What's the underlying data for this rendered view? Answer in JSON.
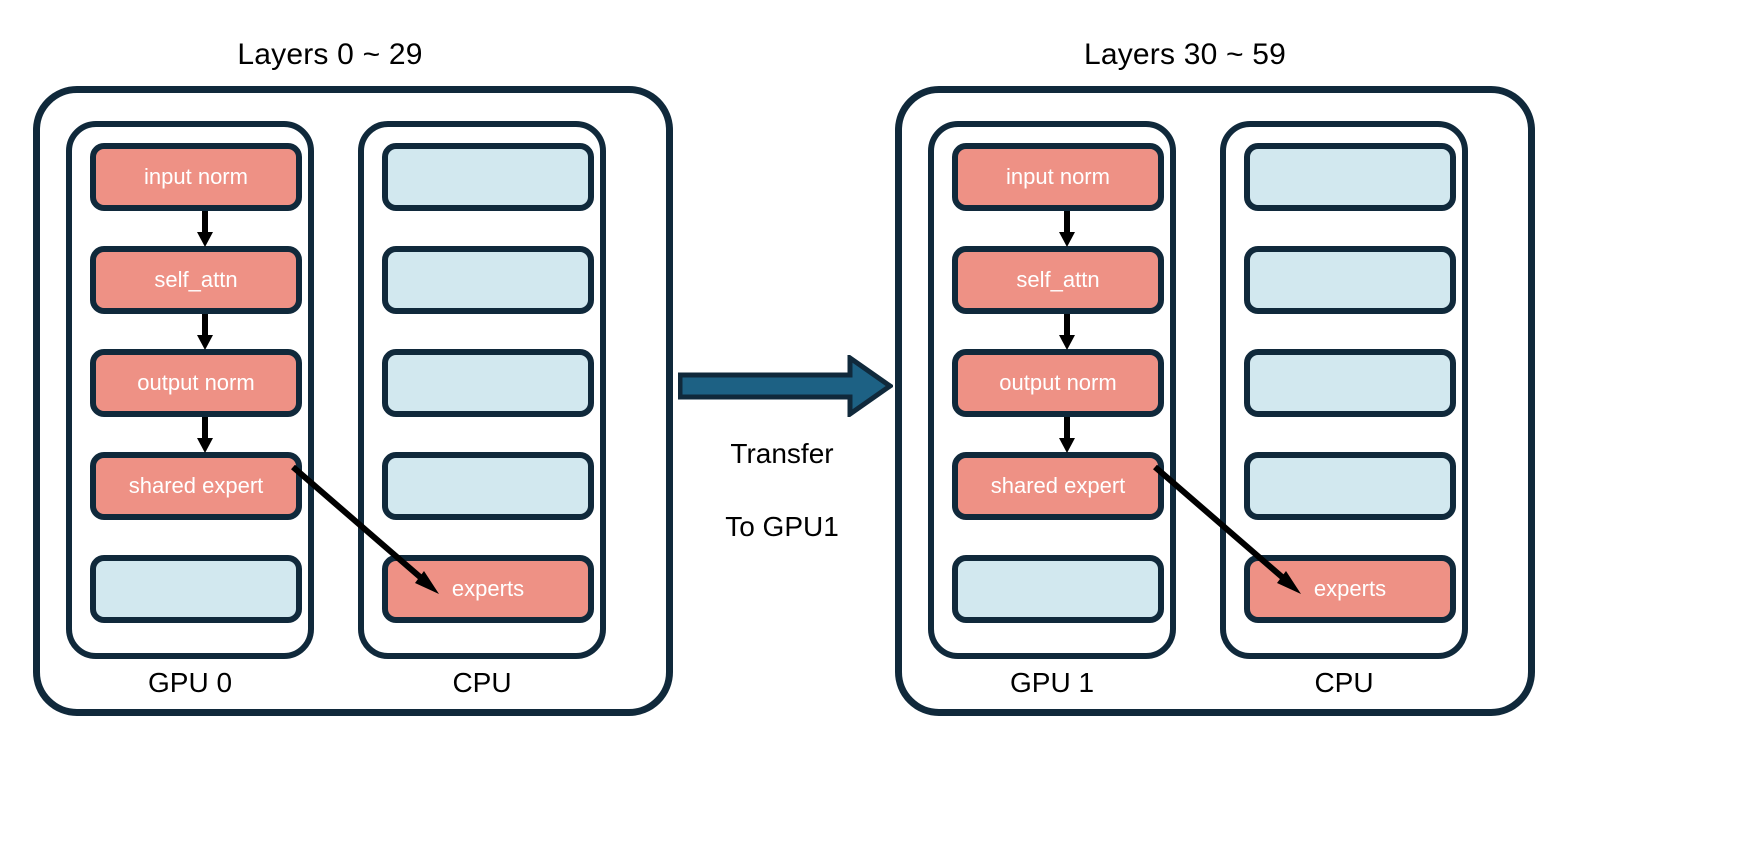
{
  "diagram": {
    "title_note": "MoE layer offloading across two GPUs with CPU-resident experts",
    "colors": {
      "block_red": "#EE9185",
      "block_blue": "#D2E8EF",
      "outline": "#10293B",
      "transfer_arrow": "#1D6184",
      "flow_arrow": "#000000",
      "background": "#FFFFFF",
      "label_text": "#000000",
      "block_text": "#FFFFFF"
    },
    "panels": [
      {
        "id": "panel-left",
        "title": "Layers 0 ~ 29",
        "gpu": {
          "label": "GPU 0",
          "blocks": [
            {
              "label": "input norm",
              "color": "red",
              "empty": false
            },
            {
              "label": "self_attn",
              "color": "red",
              "empty": false
            },
            {
              "label": "output norm",
              "color": "red",
              "empty": false
            },
            {
              "label": "shared expert",
              "color": "red",
              "empty": false
            },
            {
              "label": "",
              "color": "blue",
              "empty": true
            }
          ]
        },
        "cpu": {
          "label": "CPU",
          "blocks": [
            {
              "label": "",
              "color": "blue",
              "empty": true
            },
            {
              "label": "",
              "color": "blue",
              "empty": true
            },
            {
              "label": "",
              "color": "blue",
              "empty": true
            },
            {
              "label": "",
              "color": "blue",
              "empty": true
            },
            {
              "label": "experts",
              "color": "red",
              "empty": false
            }
          ]
        }
      },
      {
        "id": "panel-right",
        "title": "Layers 30 ~ 59",
        "gpu": {
          "label": "GPU 1",
          "blocks": [
            {
              "label": "input norm",
              "color": "red",
              "empty": false
            },
            {
              "label": "self_attn",
              "color": "red",
              "empty": false
            },
            {
              "label": "output norm",
              "color": "red",
              "empty": false
            },
            {
              "label": "shared expert",
              "color": "red",
              "empty": false
            },
            {
              "label": "",
              "color": "blue",
              "empty": true
            }
          ]
        },
        "cpu": {
          "label": "CPU",
          "blocks": [
            {
              "label": "",
              "color": "blue",
              "empty": true
            },
            {
              "label": "",
              "color": "blue",
              "empty": true
            },
            {
              "label": "",
              "color": "blue",
              "empty": true
            },
            {
              "label": "",
              "color": "blue",
              "empty": true
            },
            {
              "label": "experts",
              "color": "red",
              "empty": false
            }
          ]
        }
      }
    ],
    "transfer": {
      "label": "Transfer\nTo GPU1",
      "line1": "Transfer",
      "line2": "To GPU1",
      "from": "GPU 0",
      "to": "GPU 1"
    }
  }
}
